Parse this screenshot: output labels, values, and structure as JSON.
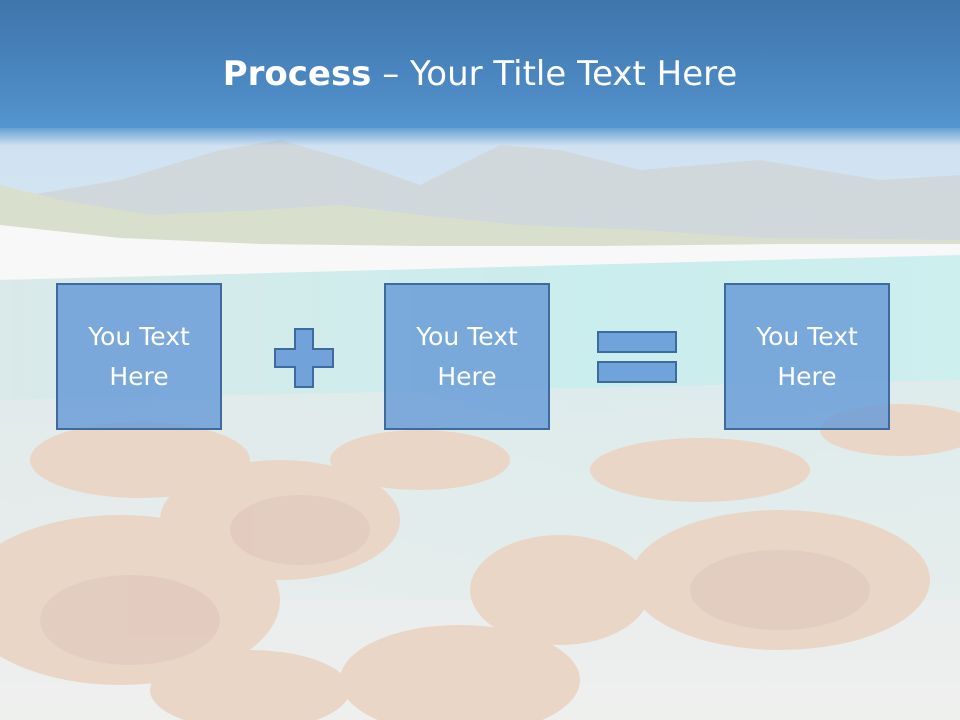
{
  "slide": {
    "title_bold": "Process",
    "title_rest": " – Your Title Text Here",
    "boxes": [
      {
        "line1": "You Text",
        "line2": "Here"
      },
      {
        "line1": "You Text",
        "line2": "Here"
      },
      {
        "line1": "You Text",
        "line2": "Here"
      }
    ],
    "operators": [
      "plus-icon",
      "equals-icon"
    ]
  },
  "colors": {
    "title_bar": "#4a86c0",
    "box_fill": "#669ad7",
    "box_border": "#3f6a9e",
    "text": "#ffffff"
  }
}
